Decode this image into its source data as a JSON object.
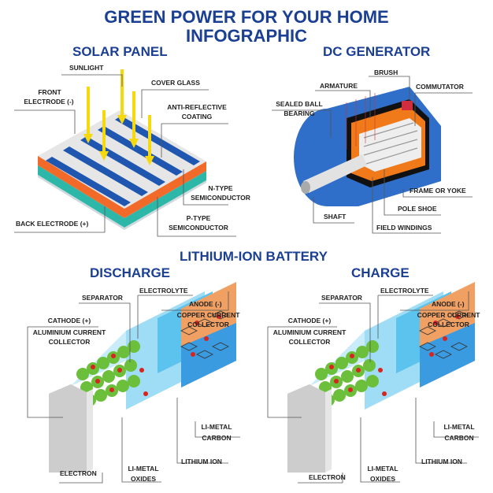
{
  "title": {
    "line1": "GREEN POWER FOR YOUR HOME",
    "line2": "INFOGRAPHIC"
  },
  "solar_panel": {
    "heading": "SOLAR PANEL",
    "labels": {
      "sunlight": "SUNLIGHT",
      "front_electrode_1": "FRONT",
      "front_electrode_2": "ELECTRODE (-)",
      "cover_glass": "COVER GLASS",
      "anti_reflective_1": "ANTI-REFLECTIVE",
      "anti_reflective_2": "COATING",
      "n_type_1": "N-TYPE",
      "n_type_2": "SEMICONDUCTOR",
      "p_type_1": "P-TYPE",
      "p_type_2": "SEMICONDUCTOR",
      "back_electrode": "BACK ELECTRODE (+)"
    }
  },
  "dc_generator": {
    "heading": "DC GENERATOR",
    "labels": {
      "brush": "BRUSH",
      "armature": "ARMATURE",
      "commutator": "COMMUTATOR",
      "sealed_ball_1": "SEALED BALL",
      "sealed_ball_2": "BEARING",
      "frame": "FRAME OR YOKE",
      "pole_shoe": "POLE SHOE",
      "shaft": "SHAFT",
      "field_windings": "FIELD WINDINGS"
    }
  },
  "battery": {
    "heading": "LITHIUM-ION BATTERY",
    "discharge": {
      "heading": "DISCHARGE",
      "labels": {
        "separator": "SEPARATOR",
        "electrolyte": "ELECTROLYTE",
        "anode": "ANODE (-)",
        "copper_1": "COPPER CURRENT",
        "copper_2": "COLLECTOR",
        "cathode": "CATHODE (+)",
        "aluminium_1": "ALUMINIUM CURRENT",
        "aluminium_2": "COLLECTOR",
        "li_carbon_1": "LI-METAL",
        "li_carbon_2": "CARBON",
        "lithium_ion": "LITHIUM ION",
        "electron": "ELECTRON",
        "li_oxides_1": "LI-METAL",
        "li_oxides_2": "OXIDES"
      }
    },
    "charge": {
      "heading": "CHARGE",
      "labels": {
        "separator": "SEPARATOR",
        "electrolyte": "ELECTROLYTE",
        "anode": "ANODE (-)",
        "copper_1": "COPPER CURRENT",
        "copper_2": "COLLECTOR",
        "cathode": "CATHODE (+)",
        "aluminium_1": "ALUMINIUM CURRENT",
        "aluminium_2": "COLLECTOR",
        "li_carbon_1": "LI-METAL",
        "li_carbon_2": "CARBON",
        "lithium_ion": "LITHIUM ION",
        "electron": "ELECTRON",
        "li_oxides_1": "LI-METAL",
        "li_oxides_2": "OXIDES"
      }
    }
  },
  "colors": {
    "heading": "#1a3f93",
    "sunlight": "#f5d90a",
    "panel_blue": "#1f56b0",
    "panel_orange": "#f26a2a",
    "panel_teal": "#2cb7a8",
    "generator_blue": "#2f6fc9",
    "winding_orange": "#f07a1a",
    "copper": "#f0a062",
    "electrolyte": "#bfe6f7",
    "oxide_green": "#6cbf3a",
    "ion_red": "#d9231f"
  }
}
